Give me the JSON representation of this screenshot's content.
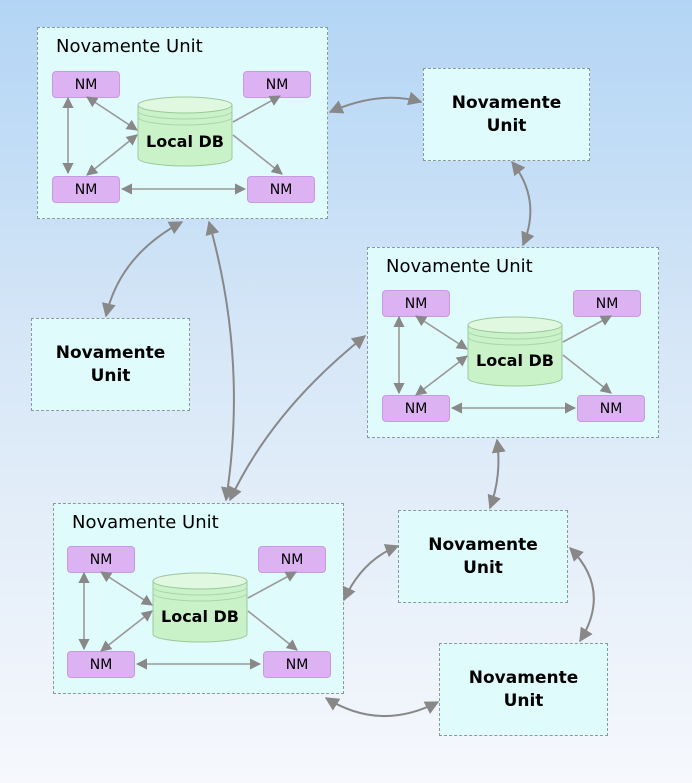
{
  "units_detailed": [
    {
      "id": "u1",
      "title": "Novamente Unit",
      "db_label": "Local DB",
      "nm_label": "NM"
    },
    {
      "id": "u2",
      "title": "Novamente Unit",
      "db_label": "Local DB",
      "nm_label": "NM"
    },
    {
      "id": "u3",
      "title": "Novamente Unit",
      "db_label": "Local DB",
      "nm_label": "NM"
    }
  ],
  "units_simple": [
    {
      "id": "s1",
      "title": "Novamente\nUnit"
    },
    {
      "id": "s2",
      "title": "Novamente\nUnit"
    },
    {
      "id": "s3",
      "title": "Novamente\nUnit"
    },
    {
      "id": "s4",
      "title": "Novamente\nUnit"
    }
  ],
  "colors": {
    "unit_fill": "#e0fbfb",
    "unit_border": "#8a9a9a",
    "nm_fill": "#dcb2f3",
    "db_fill": "#c9f2c9",
    "arrow": "#888888"
  }
}
